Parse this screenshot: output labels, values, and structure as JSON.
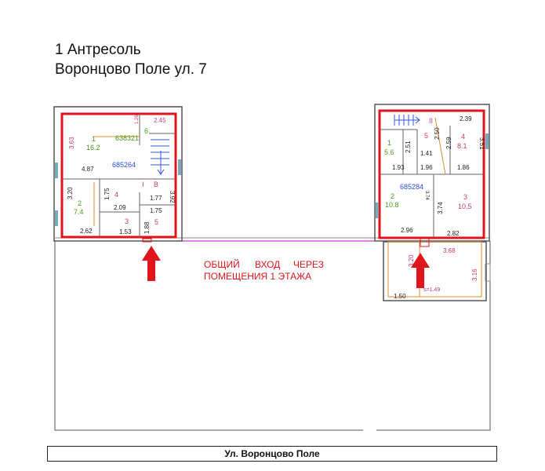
{
  "header": {
    "line1": "1 Антресоль",
    "line2": "Воронцово Поле ул. 7"
  },
  "left_block": {
    "room_1": {
      "num": "1",
      "area": "16.2"
    },
    "room_2": {
      "num": "2",
      "area": "7.4"
    },
    "room_3": {
      "num": "3"
    },
    "room_4": {
      "num": "4"
    },
    "room_5": {
      "num": "5"
    },
    "room_6": {
      "num": "6"
    },
    "marks": [
      "I",
      "B"
    ],
    "codes": [
      "638321",
      "685264"
    ],
    "dims": [
      "2.45",
      "1.26",
      "3.63",
      "4.87",
      "3.20",
      "1.75",
      "2.09",
      "1.77",
      "3.92",
      "1.75",
      "1.88",
      "2.62",
      "1.53"
    ]
  },
  "right_block": {
    "room_1": {
      "num": "1",
      "area": "5.6"
    },
    "room_2": {
      "num": "2",
      "area": "10.8"
    },
    "room_3": {
      "num": "3",
      "area": "10.5"
    },
    "room_4": {
      "num": "4",
      "area": "8.1"
    },
    "room_5": {
      "num": "5"
    },
    "marks": [
      "II"
    ],
    "codes": [
      "685284"
    ],
    "dims": [
      "2.39",
      "3.51",
      "2.51",
      "1.41",
      "2.59",
      "2.50",
      "1.93",
      "1.96",
      "1.86",
      "3.74",
      "3.74",
      "2.96",
      "2.82",
      "3.20",
      "3.68",
      "3.16",
      "1.50",
      "s=1.49"
    ]
  },
  "note": {
    "line1": [
      "ОБЩИЙ",
      "ВХОД",
      "ЧЕРЕЗ"
    ],
    "line2": "ПОМЕЩЕНИЯ 1 ЭТАЖА"
  },
  "street_label": "Ул. Воронцово Поле",
  "colors": {
    "outline": "#e0151b",
    "arrow": "#e0151b",
    "walls": "#555555",
    "area_text": "#4a9a1a",
    "num_text": "#c23a7a",
    "code_text": "#2a4fd6",
    "partition": "#e08a2a"
  }
}
